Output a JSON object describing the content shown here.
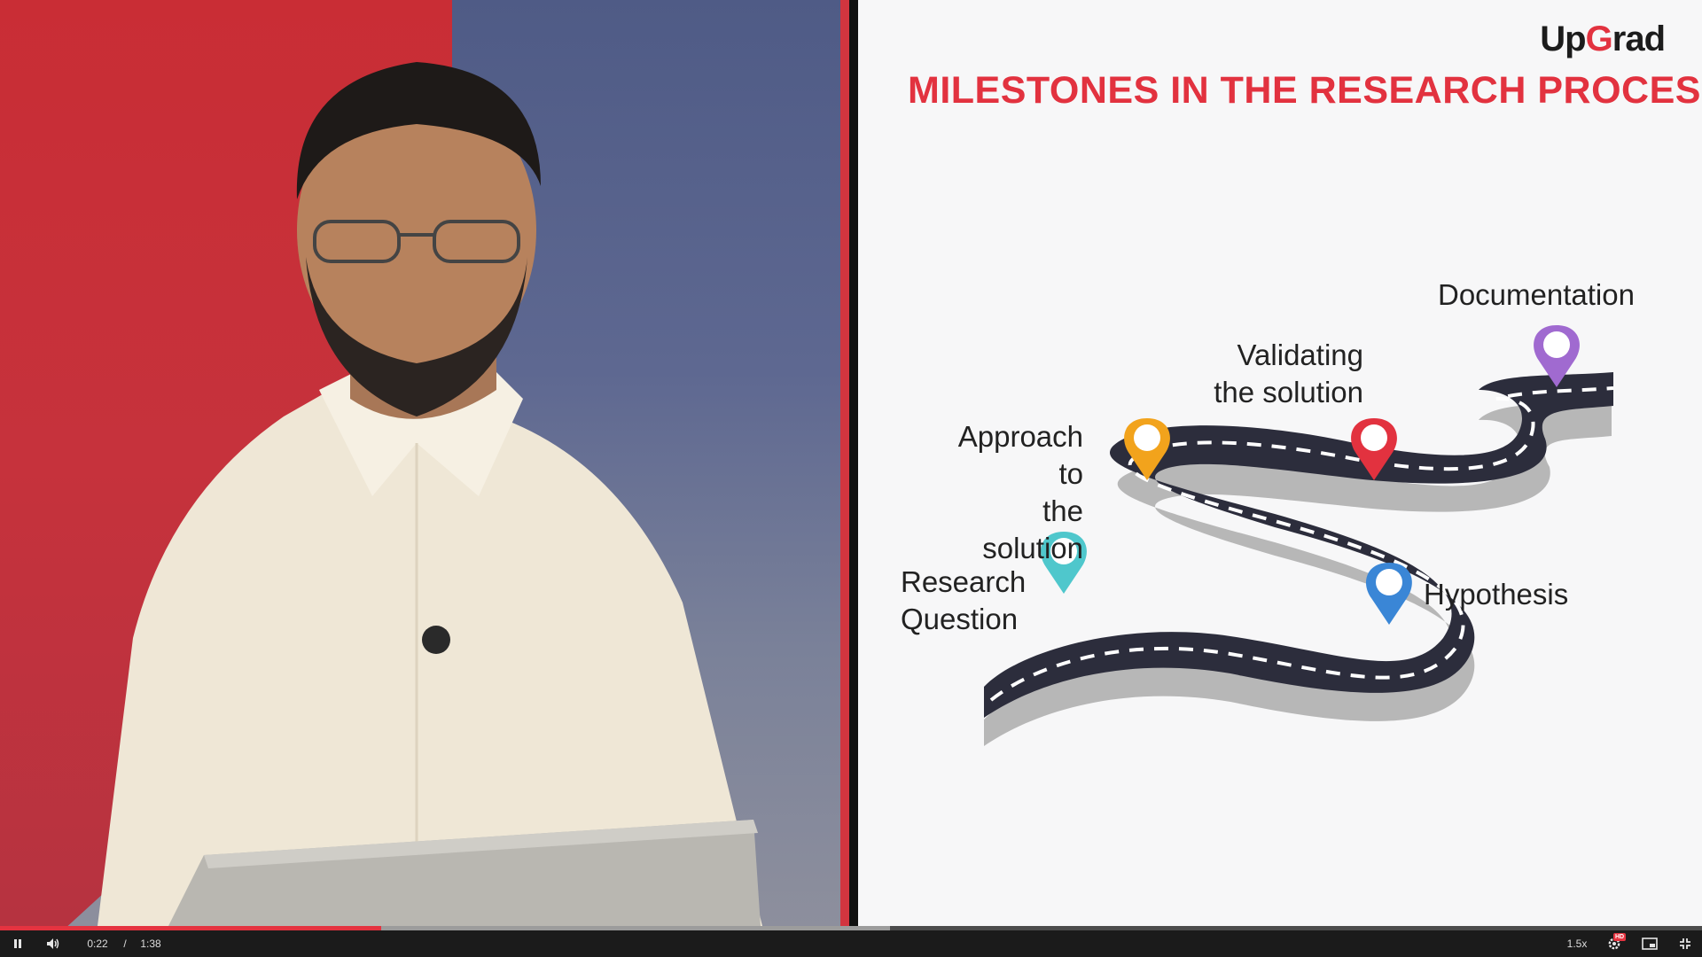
{
  "slide": {
    "logo_prefix": "Up",
    "logo_accent": "G",
    "logo_suffix": "rad",
    "title": "MILESTONES IN THE RESEARCH PROCESS",
    "milestones": [
      {
        "label_line1": "Research",
        "label_line2": "Question",
        "pin_color": "#4fc7cc"
      },
      {
        "label_line1": "Approach to",
        "label_line2": "the solution",
        "pin_color": "#f2a31c"
      },
      {
        "label_line1": "Hypothesis",
        "label_line2": "",
        "pin_color": "#3a86d6"
      },
      {
        "label_line1": "Validating",
        "label_line2": "the solution",
        "pin_color": "#e2323f"
      },
      {
        "label_line1": "Documentation",
        "label_line2": "",
        "pin_color": "#a06ad0"
      }
    ]
  },
  "player": {
    "current_time": "0:22",
    "separator": "/",
    "duration": "1:38",
    "played_fraction": 0.224,
    "buffered_fraction": 0.523,
    "speed": "1.5x",
    "hd_badge": "HD",
    "accent_color": "#e53340",
    "icons": [
      "pause-icon",
      "volume-icon",
      "settings-icon",
      "miniplayer-icon",
      "exit-fullscreen-icon"
    ]
  }
}
